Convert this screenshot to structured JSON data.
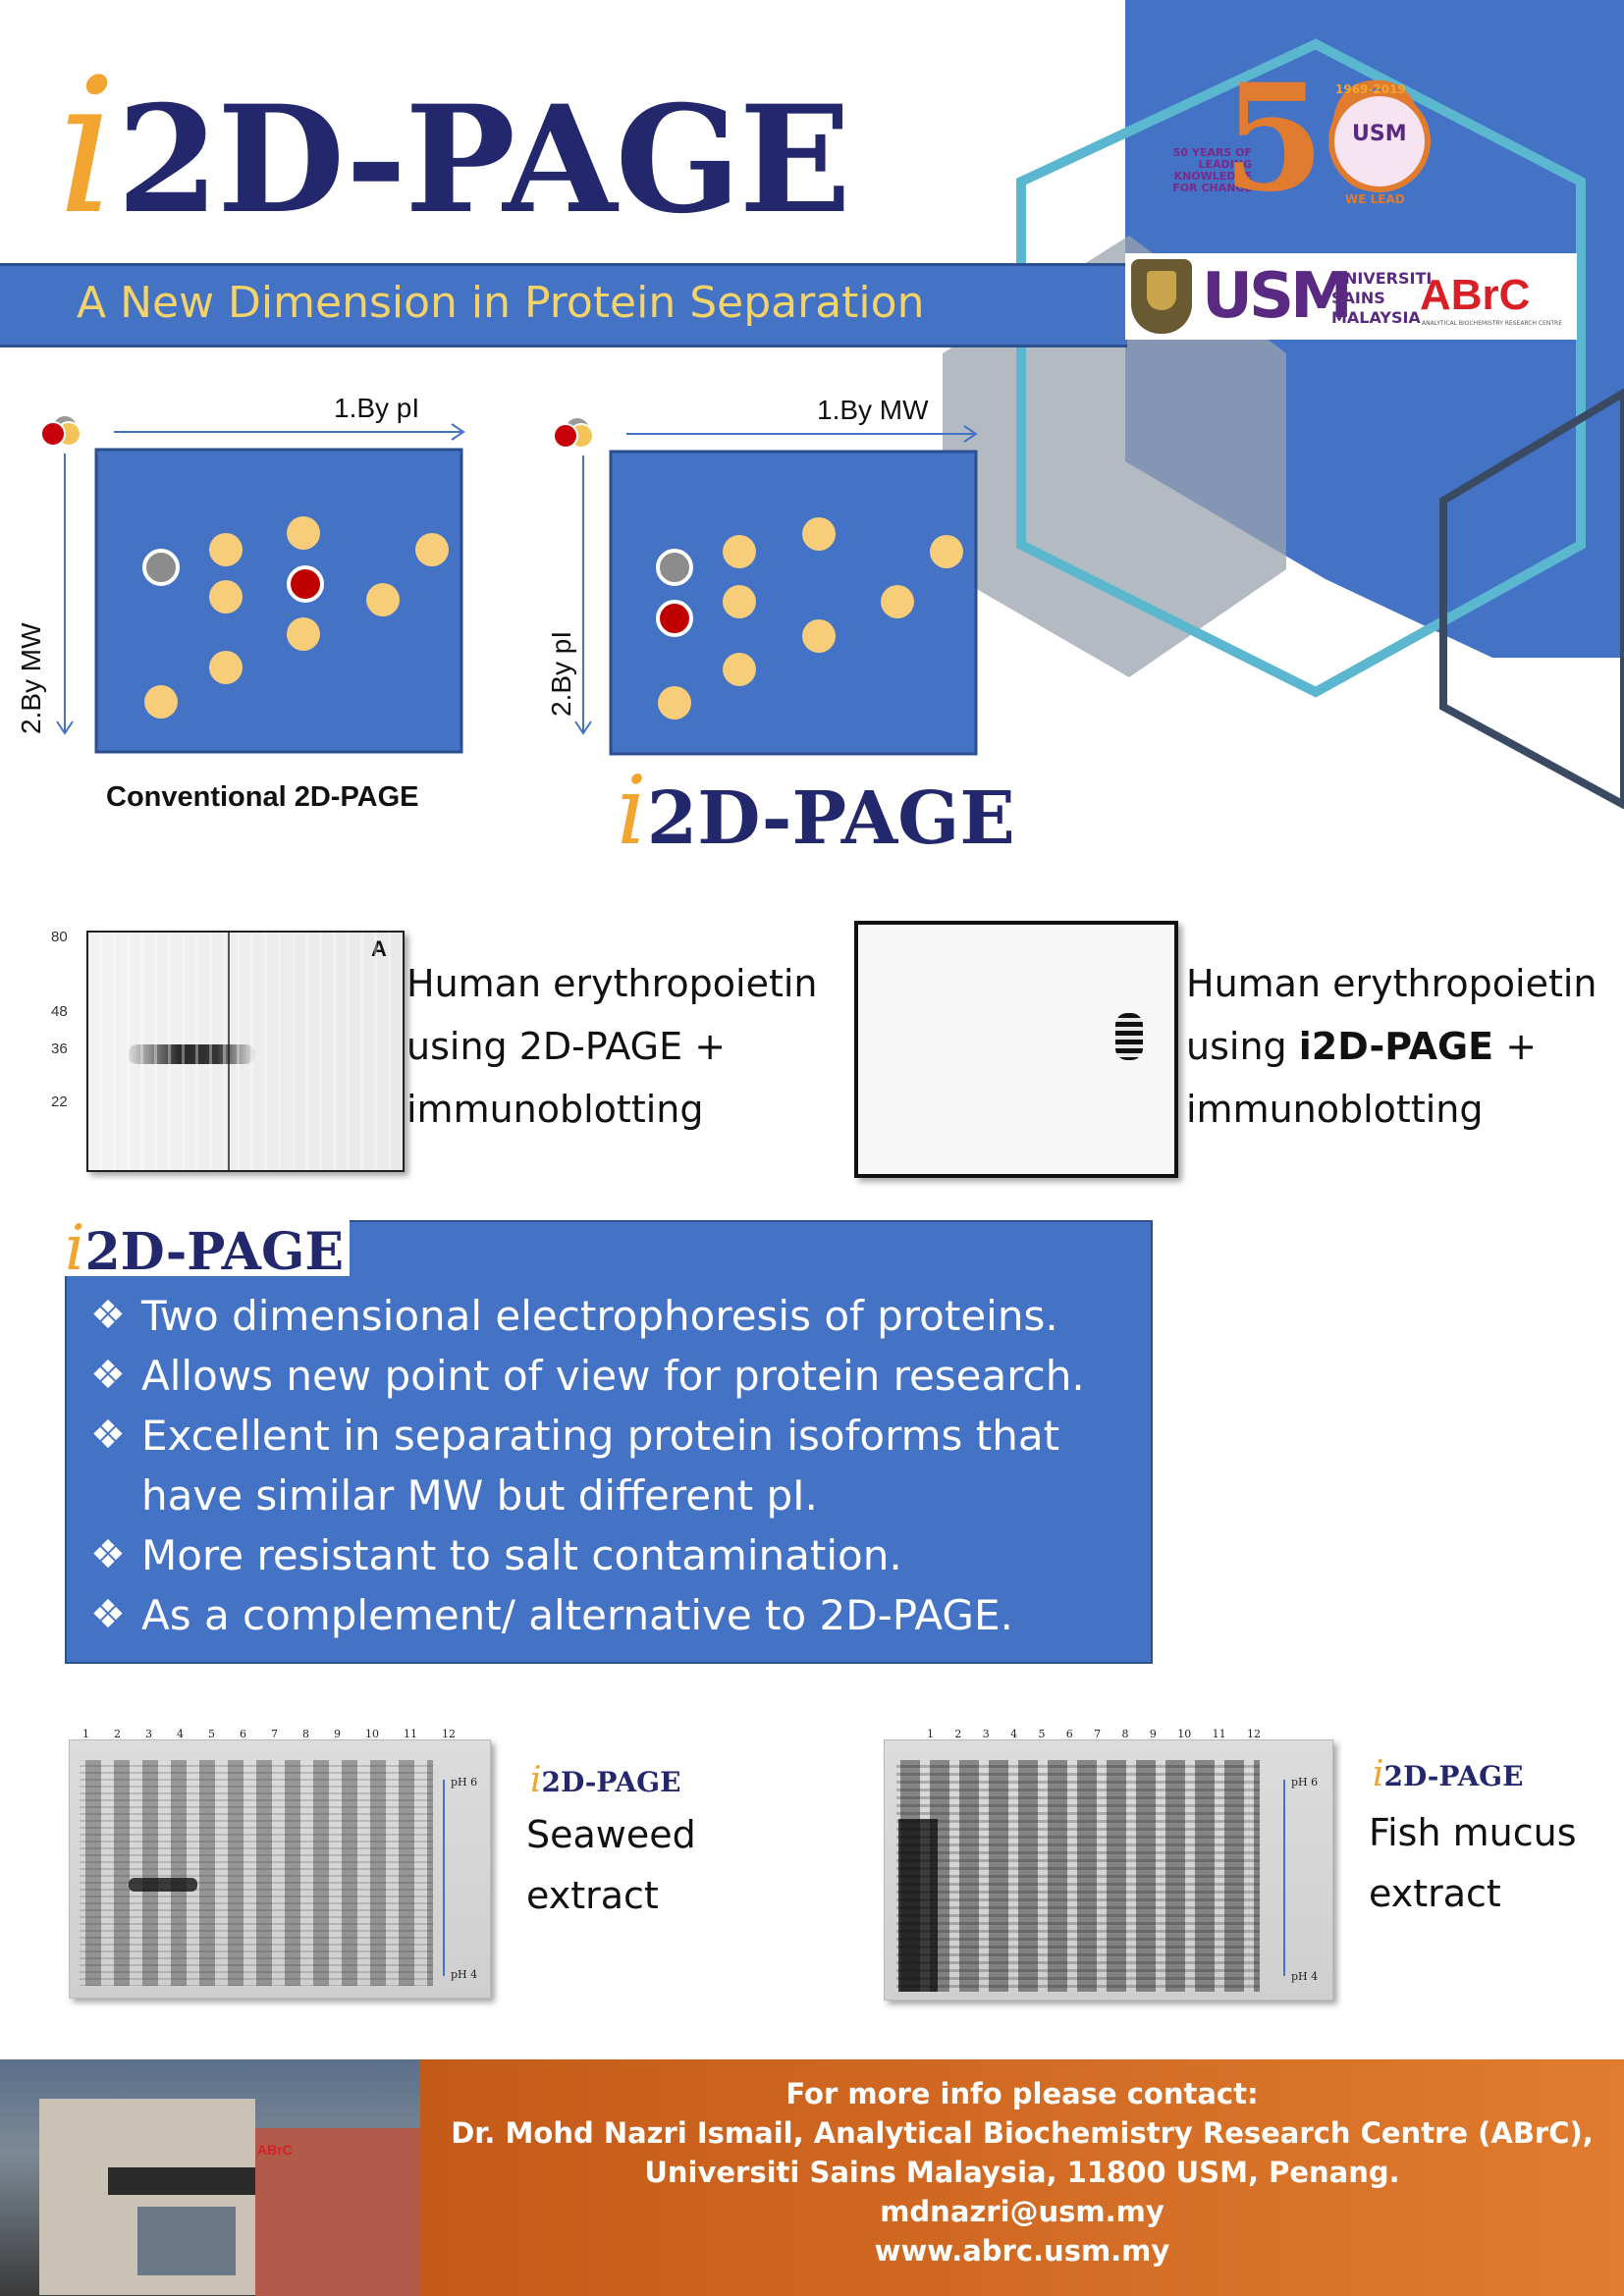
{
  "header": {
    "logo_i": "i",
    "logo_text": "2D-PAGE",
    "tagline": "A New Dimension in Protein Separation"
  },
  "anniversary_logo": {
    "numeral": "50",
    "years_text": "50 YEARS OF LEADING KNOWLEDGE FOR CHANGE",
    "range": "1969-2019",
    "slogan": "WE LEAD",
    "ring_text": "USM"
  },
  "partner_logos": {
    "usm_mark": "USM",
    "university_name": "UNIVERSITI SAINS MALAYSIA",
    "abrc_mark": "ABrC",
    "abrc_subtitle": "ANALYTICAL BIOCHEMISTRY RESEARCH CENTRE"
  },
  "diagrams": {
    "conventional": {
      "x_label": "1.By pI",
      "y_label": "2.By MW",
      "caption": "Conventional 2D-PAGE"
    },
    "i2d": {
      "x_label": "1.By MW",
      "y_label": "2.By pI",
      "caption_i": "i",
      "caption_rest": "2D-PAGE"
    }
  },
  "blots": {
    "left": {
      "markers": [
        "80",
        "48",
        "36",
        "22"
      ],
      "panel_letter": "A",
      "desc_line1": "Human erythropoietin",
      "desc_line2": "using 2D-PAGE +",
      "desc_line3": "immunoblotting"
    },
    "right": {
      "desc_line1": "Human erythropoietin",
      "desc_line2_pre": "using ",
      "desc_line2_bold": "i2D-PAGE",
      "desc_line2_post": " +",
      "desc_line3": "immunoblotting"
    }
  },
  "features": {
    "head_i": "i",
    "head_rest": "2D-PAGE",
    "bullet": "❖",
    "items": [
      "Two dimensional electrophoresis of proteins.",
      "Allows new point of view for protein research.",
      "Excellent in separating protein isoforms that have similar MW but different pI.",
      "More resistant to salt contamination.",
      "As a complement/ alternative to 2D-PAGE."
    ]
  },
  "gels": {
    "lanes": [
      "1",
      "2",
      "3",
      "4",
      "5",
      "6",
      "7",
      "8",
      "9",
      "10",
      "11",
      "12"
    ],
    "ph_top": "pH 6",
    "ph_bottom": "pH 4",
    "seaweed": {
      "tag_i": "i",
      "tag_rest": "2D-PAGE",
      "line1": "Seaweed",
      "line2": "extract"
    },
    "fish": {
      "tag_i": "i",
      "tag_rest": "2D-PAGE",
      "line1": "Fish mucus",
      "line2": "extract"
    }
  },
  "footer": {
    "line1": "For more info please contact:",
    "line2": "Dr. Mohd Nazri Ismail,  Analytical Biochemistry Research Centre (ABrC),",
    "line3": "Universiti Sains Malaysia, 11800 USM, Penang.",
    "email": "mdnazri@usm.my",
    "website": "www.abrc.usm.my",
    "building_sign": "ABrC"
  },
  "colors": {
    "accent_blue": "#4472c4",
    "navy": "#23276b",
    "orange": "#f2a531",
    "footer_orange": "#e07b2f",
    "hex_teal": "#5bb7cf",
    "hex_slate": "#3b4a63"
  }
}
